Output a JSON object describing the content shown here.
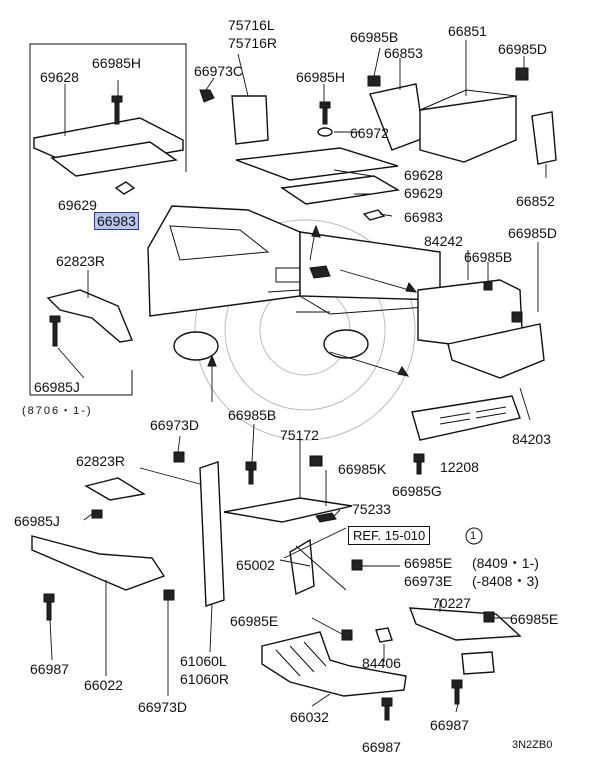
{
  "labels": {
    "p75716l": "75716L",
    "p75716r": "75716R",
    "p66985b_top": "66985B",
    "p66851": "66851",
    "p66853": "66853",
    "p66985d_top": "66985D",
    "p69628_left": "69628",
    "p66985h_left": "66985H",
    "p66973c": "66973C",
    "p66985h_mid": "66985H",
    "p66972": "66972",
    "p69628_mid": "69628",
    "p69629_mid": "69629",
    "p69629_left": "69629",
    "p66983_hl": "66983",
    "p66852": "66852",
    "p66983_mid": "66983",
    "p84242": "84242",
    "p66985d_right": "66985D",
    "p62823r_top": "62823R",
    "p66985b_right": "66985B",
    "p66985j_left": "66985J",
    "range_8706": "(8706・1-)",
    "p66973d_mid": "66973D",
    "p66985b_bottom": "66985B",
    "p75172": "75172",
    "p84203": "84203",
    "p62823r_bottom": "62823R",
    "p66985k": "66985K",
    "p12208": "12208",
    "p66985g": "66985G",
    "p66985j_bottom": "66985J",
    "p75233": "75233",
    "ref": "REF. 15-010",
    "ref_num": "1",
    "p65002": "65002",
    "p66985e_right": "66985E",
    "p66985e_range": "(8409・1-)",
    "p66973e": "66973E",
    "p66973e_range": "(-8408・3)",
    "p70227": "70227",
    "p66985e_far": "66985E",
    "p66985e_left": "66985E",
    "p84406": "84406",
    "p66987_left": "66987",
    "p66022": "66022",
    "p61060l": "61060L",
    "p61060r": "61060R",
    "p66973d_bottom": "66973D",
    "p66032": "66032",
    "p66987_bottom": "66987",
    "p66987_right": "66987",
    "code": "3N2ZB0"
  }
}
